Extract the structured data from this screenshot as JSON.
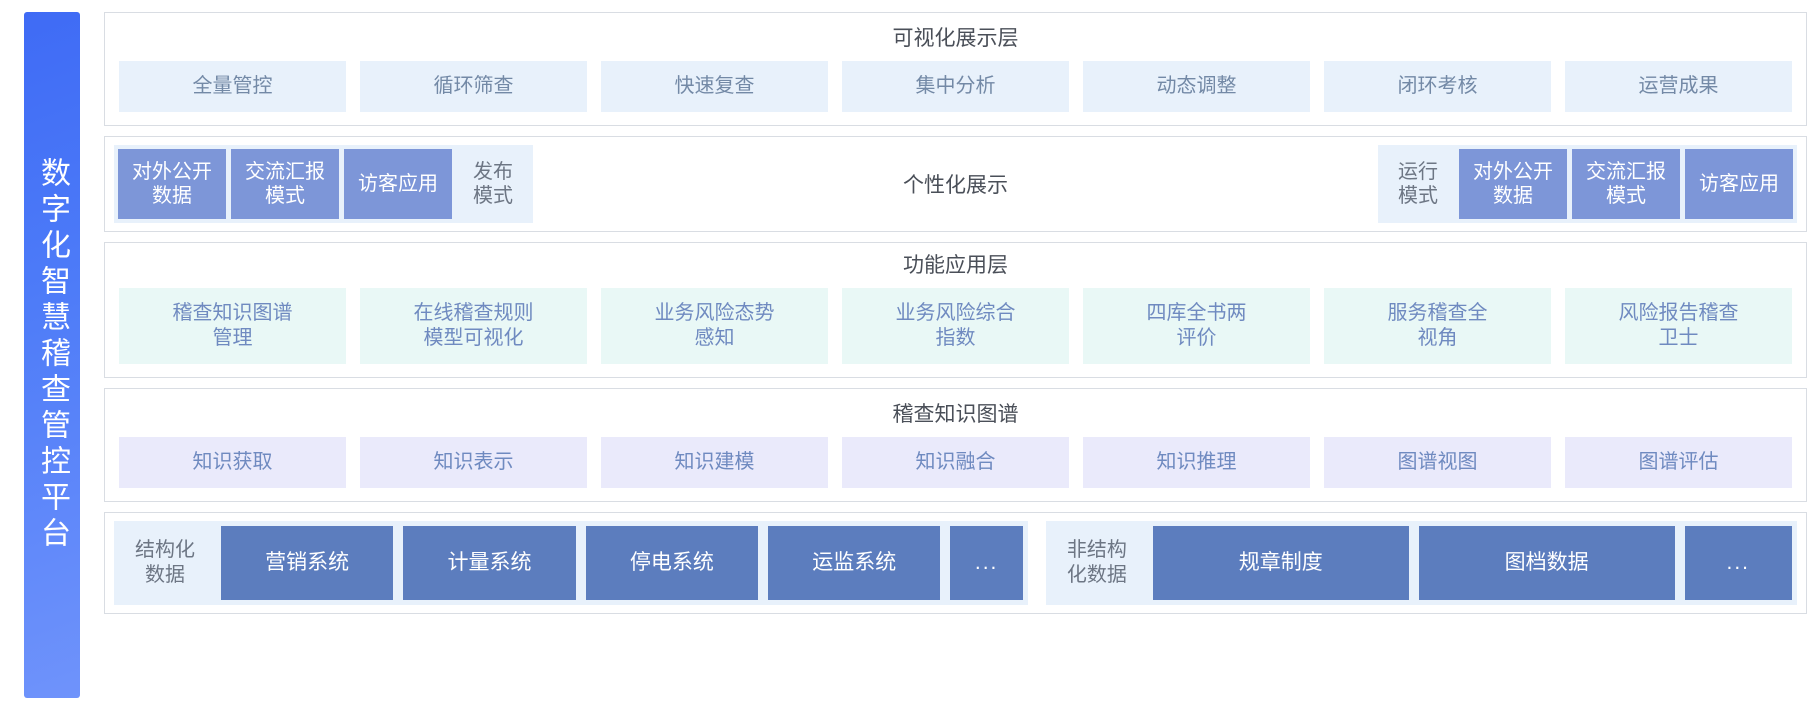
{
  "brand": {
    "title": "数字化智慧稽查管控平台"
  },
  "colors": {
    "brand_gradient_start": "#3f6bf5",
    "brand_gradient_end": "#6f93fb",
    "chip_visual_bg": "#e8f1fb",
    "chip_function_bg": "#e9f8f6",
    "chip_kg_bg": "#eaeafb",
    "solid_light_blue": "#7d96d8",
    "solid_dark_blue": "#5c7dbe",
    "layer_border": "#d9dde3",
    "title_text": "#4a4f58",
    "chip_text_blue": "#6f8ac0"
  },
  "layers": {
    "visualization": {
      "title": "可视化展示层",
      "chips": [
        "全量管控",
        "循环筛查",
        "快速复查",
        "集中分析",
        "动态调整",
        "闭环考核",
        "运营成果"
      ]
    },
    "personalized": {
      "center_title": "个性化展示",
      "left_group": {
        "solid_items": [
          "对外公开\n数据",
          "交流汇报\n模式",
          "访客应用"
        ],
        "light_items": [
          "发布\n模式"
        ]
      },
      "right_group": {
        "light_items": [
          "运行\n模式"
        ],
        "solid_items": [
          "对外公开\n数据",
          "交流汇报\n模式",
          "访客应用"
        ]
      }
    },
    "function": {
      "title": "功能应用层",
      "chips": [
        "稽查知识图谱\n管理",
        "在线稽查规则\n模型可视化",
        "业务风险态势\n感知",
        "业务风险综合\n指数",
        "四库全书两\n评价",
        "服务稽查全\n视角",
        "风险报告稽查\n卫士"
      ]
    },
    "knowledge_graph": {
      "title": "稽查知识图谱",
      "chips": [
        "知识获取",
        "知识表示",
        "知识建模",
        "知识融合",
        "知识推理",
        "图谱视图",
        "图谱评估"
      ]
    },
    "data": {
      "structured": {
        "label": "结构化\n数据",
        "items": [
          "营销系统",
          "计量系统",
          "停电系统",
          "运监系统",
          "..."
        ]
      },
      "unstructured": {
        "label": "非结构\n化数据",
        "items": [
          "规章制度",
          "图档数据",
          "..."
        ]
      }
    }
  }
}
